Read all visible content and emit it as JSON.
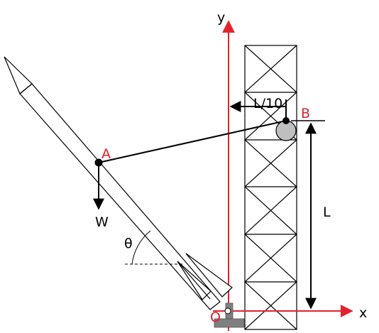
{
  "labels": {
    "y_axis": "y",
    "x_axis": "x",
    "origin": "O",
    "point_a": "A",
    "point_b": "B",
    "weight": "W",
    "angle": "θ",
    "length": "L",
    "offset": "L/10"
  },
  "colors": {
    "axis": "#e3232c",
    "label_red": "#d9202a",
    "line": "#000000",
    "pulley_fill": "#bfbfbf",
    "pin_fill": "#7f7f7f"
  }
}
